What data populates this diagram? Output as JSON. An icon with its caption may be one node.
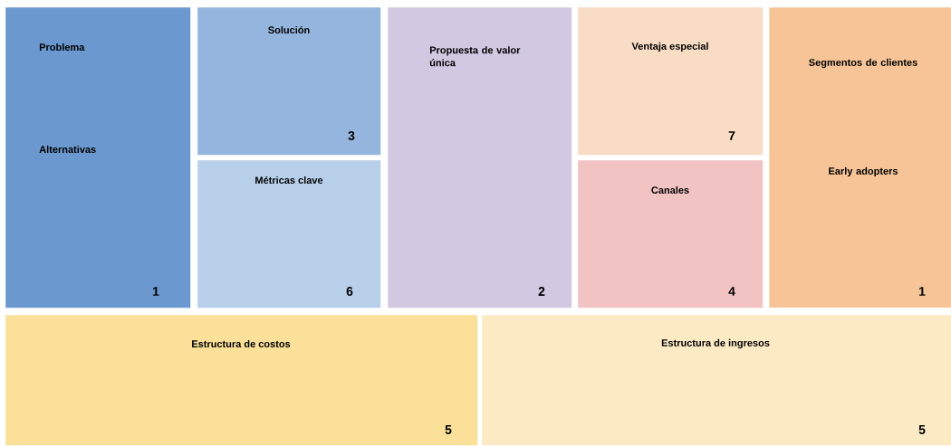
{
  "diagram": {
    "nodes": [
      {
        "text": [
          "Problema",
          "Alternativas",
          "1"
        ]
      },
      {
        "text": [
          "Solución",
          "3"
        ]
      },
      {
        "text": [
          "Métricas clave",
          "6"
        ]
      },
      {
        "text": [
          "Propuesta de valor única",
          "2"
        ]
      },
      {
        "text": [
          "Ventaja especial",
          "7"
        ]
      },
      {
        "text": [
          "Canales",
          "4"
        ]
      },
      {
        "text": [
          "Segmentos de clientes",
          "Early adopters",
          "1"
        ]
      },
      {
        "text": [
          "Estructura de costos",
          "5"
        ]
      },
      {
        "text": [
          "Estructura de ingresos",
          "5"
        ]
      }
    ]
  }
}
